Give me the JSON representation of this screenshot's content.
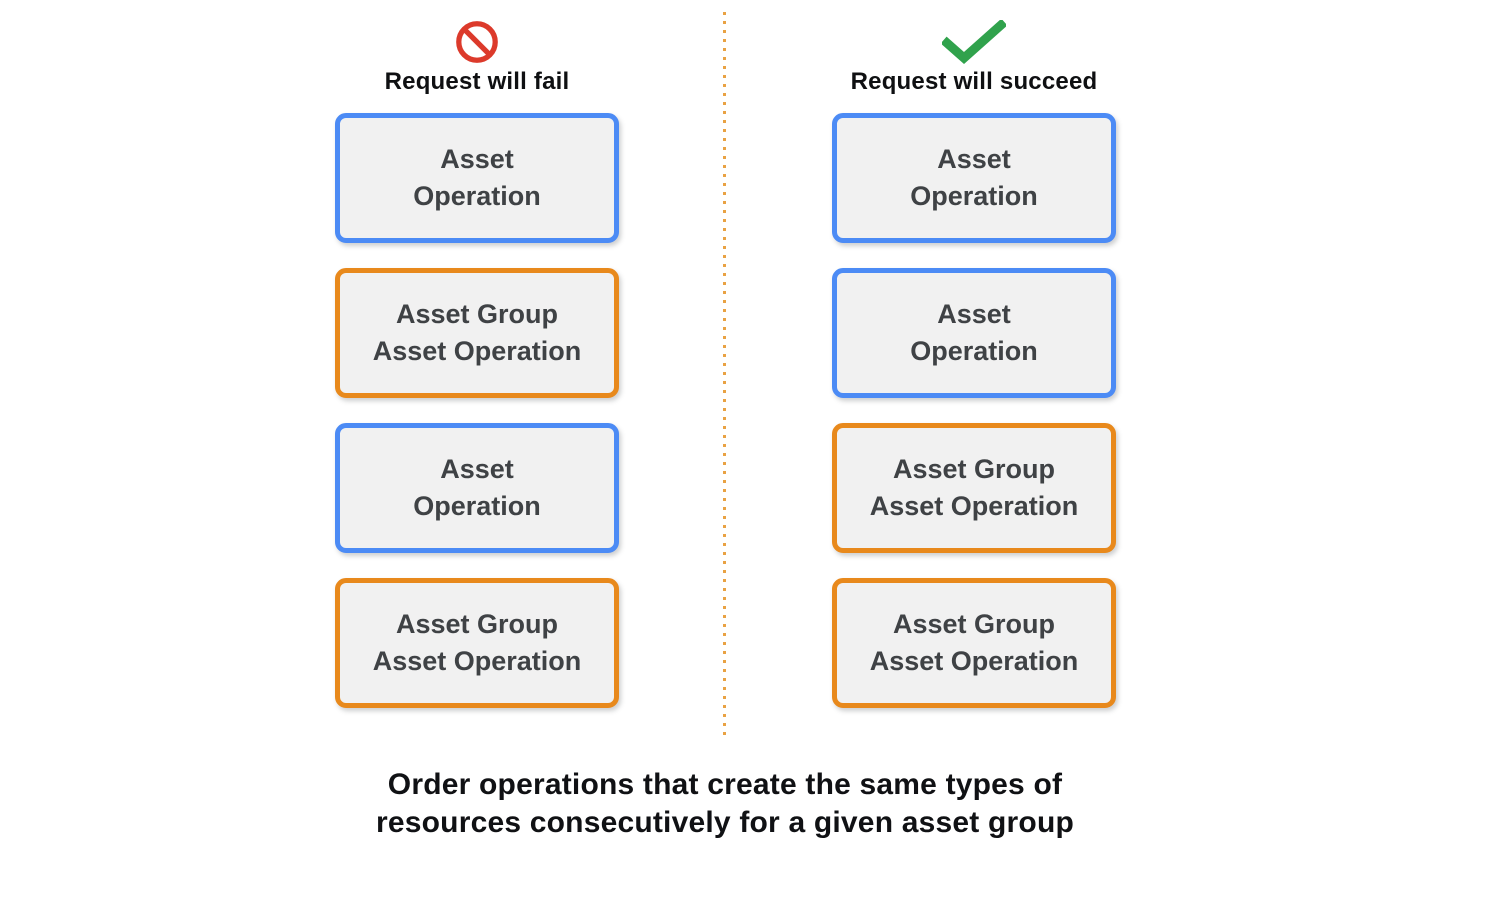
{
  "columns": {
    "fail": {
      "title": "Request will fail",
      "icon": "prohibited-icon",
      "boxes": [
        {
          "line1": "Asset",
          "line2": "Operation",
          "type": "asset-operation"
        },
        {
          "line1": "Asset Group",
          "line2": "Asset Operation",
          "type": "asset-group-asset-operation"
        },
        {
          "line1": "Asset",
          "line2": "Operation",
          "type": "asset-operation"
        },
        {
          "line1": "Asset Group",
          "line2": "Asset Operation",
          "type": "asset-group-asset-operation"
        }
      ]
    },
    "succeed": {
      "title": "Request will succeed",
      "icon": "check-icon",
      "boxes": [
        {
          "line1": "Asset",
          "line2": "Operation",
          "type": "asset-operation"
        },
        {
          "line1": "Asset",
          "line2": "Operation",
          "type": "asset-operation"
        },
        {
          "line1": "Asset Group",
          "line2": "Asset Operation",
          "type": "asset-group-asset-operation"
        },
        {
          "line1": "Asset Group",
          "line2": "Asset Operation",
          "type": "asset-group-asset-operation"
        }
      ]
    }
  },
  "caption": {
    "line1": "Order operations that create the same types of",
    "line2": "resources consecutively for a given asset group"
  },
  "colors": {
    "asset_operation_border": "#4c8bf5",
    "asset_group_asset_operation_border": "#e8891c",
    "box_fill": "#f1f1f1",
    "box_text": "#3f4245",
    "fail_icon": "#dc3a2b",
    "succeed_icon": "#30a24c",
    "divider_dots": "#e9a243",
    "heading_text": "#0f1012"
  }
}
